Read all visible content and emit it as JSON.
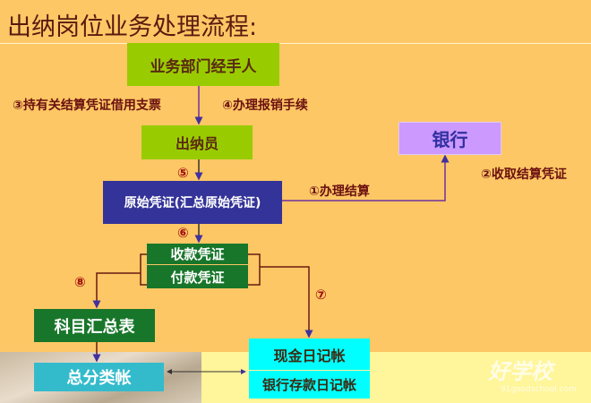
{
  "title": "出纳岗位业务处理流程:",
  "nodes": {
    "handler": "业务部门经手人",
    "cashier": "出纳员",
    "bank": "银行",
    "original_voucher": "原始凭证(汇总原始凭证)",
    "receipt_voucher": "收款凭证",
    "payment_voucher": "付款凭证",
    "account_summary": "科目汇总表",
    "general_ledger": "总分类帐",
    "cash_journal": "现金日记帐",
    "bank_journal": "银行存款日记帐"
  },
  "labels": {
    "step3": "③持有关结算凭证借用支票",
    "step4": "④办理报销手续",
    "step1": "①办理结算",
    "step2": "②收取结算凭证",
    "step5": "⑤",
    "step6": "⑥",
    "step7": "⑦",
    "step8": "⑧"
  },
  "watermark": {
    "brand": "好学校",
    "url": "91goodschool.com"
  }
}
